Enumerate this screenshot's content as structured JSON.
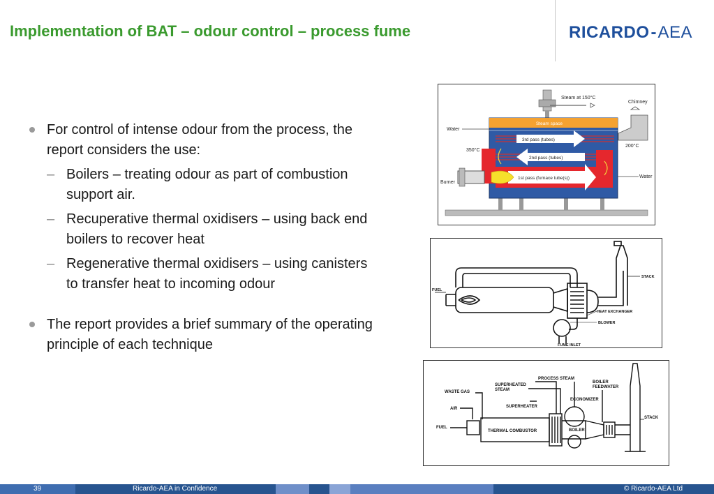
{
  "header": {
    "title": "Implementation of BAT – odour control – process fume",
    "logo_left": "RICARDO",
    "logo_sep": "-",
    "logo_right": "AEA",
    "title_color": "#3a9a2e",
    "logo_color": "#1e4f9c"
  },
  "bullets": {
    "b1": "For control of  intense odour from the process, the report considers the use:",
    "sub1": "Boilers – treating odour as part of combustion support air.",
    "sub2": "Recuperative thermal oxidisers – using back end boilers to recover heat",
    "sub3": "Regenerative thermal oxidisers – using canisters to transfer heat to incoming odour",
    "b2": "The report provides a brief summary of the operating principle of each technique",
    "dash": "–"
  },
  "figure1": {
    "steam_label": "Steam at 150°C",
    "chimney": "Chimney",
    "water_in": "Water",
    "temp_350": "350°C",
    "temp_200": "200°C",
    "water_out": "Water",
    "burner": "Burner",
    "steam_space": "Steam space",
    "pass3": "3rd pass (tubes)",
    "pass2": "2nd pass (tubes)",
    "pass1": "1st pass (furnace tube(s))"
  },
  "figure2": {
    "fuel": "FUEL",
    "stack": "STACK",
    "heat_exchanger": "HEAT EXCHANGER",
    "blower": "BLOWER",
    "fume_inlet": "FUME INLET"
  },
  "figure3": {
    "process_steam": "PROCESS STEAM",
    "superheated": "SUPERHEATED",
    "steam": "STEAM",
    "boiler_feed1": "BOILER",
    "boiler_feed2": "FEEDWATER",
    "waste_gas": "WASTE GAS",
    "economizer": "ECONOMIZER",
    "superheater": "SUPERHEATER",
    "air": "AIR",
    "stack": "STACK",
    "fuel": "FUEL",
    "thermal_combustor": "THERMAL COMBUSTOR",
    "boiler": "BOILER"
  },
  "footer": {
    "page_number": "39",
    "confidentiality": "Ricardo-AEA in Confidence",
    "copyright": "© Ricardo-AEA Ltd"
  }
}
